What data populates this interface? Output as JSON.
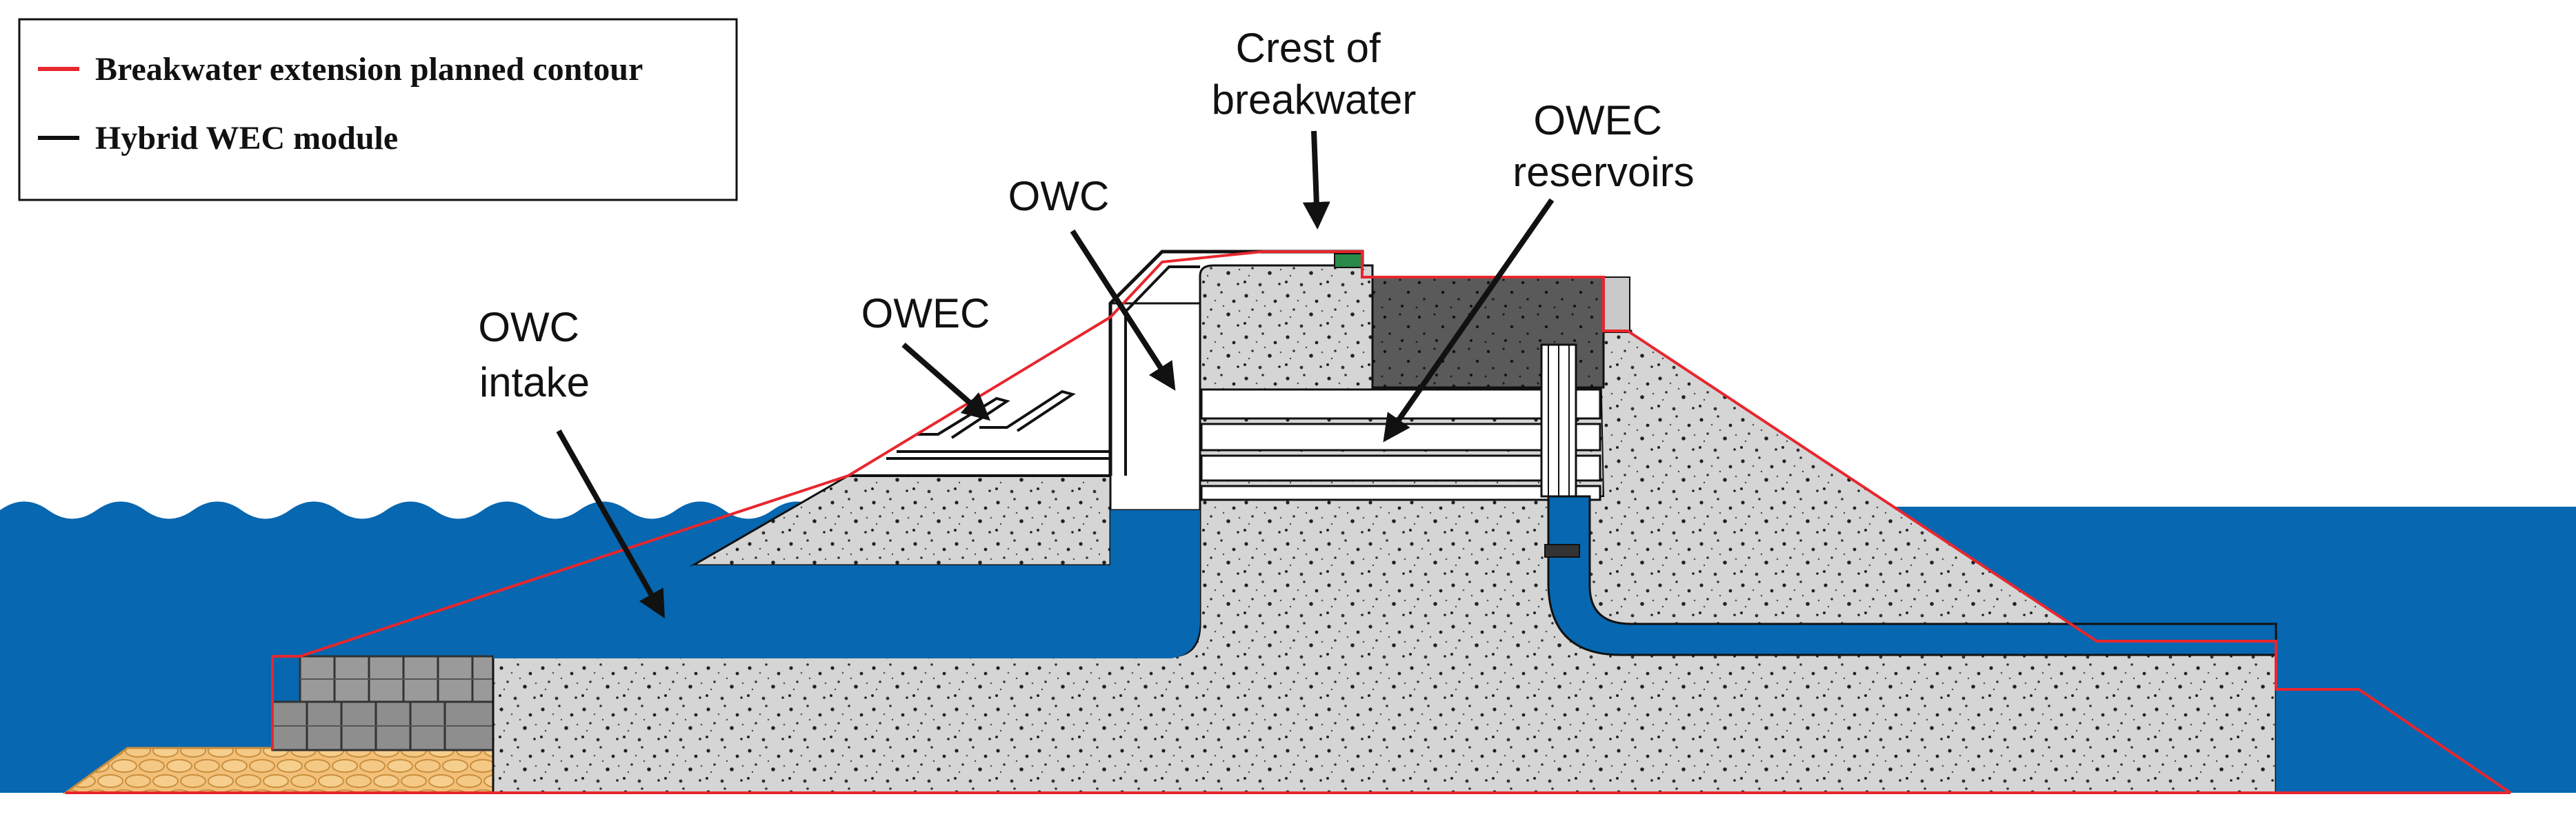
{
  "legend": {
    "items": [
      {
        "label": "Breakwater extension planned contour",
        "color": "#e8262d"
      },
      {
        "label": "Hybrid WEC module",
        "color": "#111111"
      }
    ]
  },
  "labels": {
    "crest": {
      "lines": [
        "Crest of",
        "breakwater"
      ]
    },
    "owc": {
      "lines": [
        "OWC"
      ]
    },
    "owec_reservoirs": {
      "lines": [
        "OWEC",
        "reservoirs"
      ]
    },
    "owec": {
      "lines": [
        "OWEC"
      ]
    },
    "owc_intake": {
      "lines": [
        "OWC",
        "intake"
      ]
    }
  },
  "colors": {
    "water": "#0767b0",
    "concrete": "#d5d5d5",
    "dark_block": "#5a5a5a",
    "gravel": "#f2c078",
    "blocks": "#8e8e8e",
    "contour": "#e8262d",
    "outline": "#111111"
  }
}
